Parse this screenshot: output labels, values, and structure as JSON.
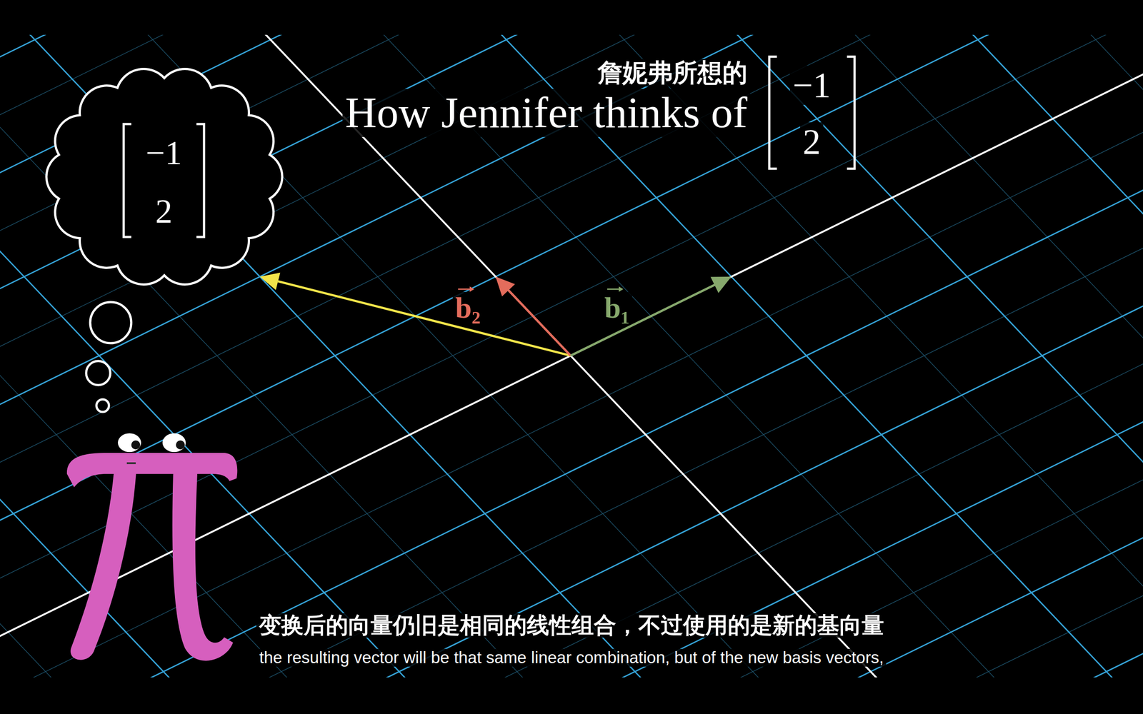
{
  "diagram": {
    "title": "How Jennifer thinks of",
    "nodes": [
      {
        "text": [
          "−1",
          "2"
        ]
      }
    ],
    "labels": [
      "詹妮弗所想的",
      "−1",
      "2",
      "b₂",
      "b₁",
      "变换后的向量仍旧是相同的线性组合，不过使用的是新的基向量",
      "the resulting vector will be that same linear combination, but of the new basis vectors,"
    ]
  }
}
